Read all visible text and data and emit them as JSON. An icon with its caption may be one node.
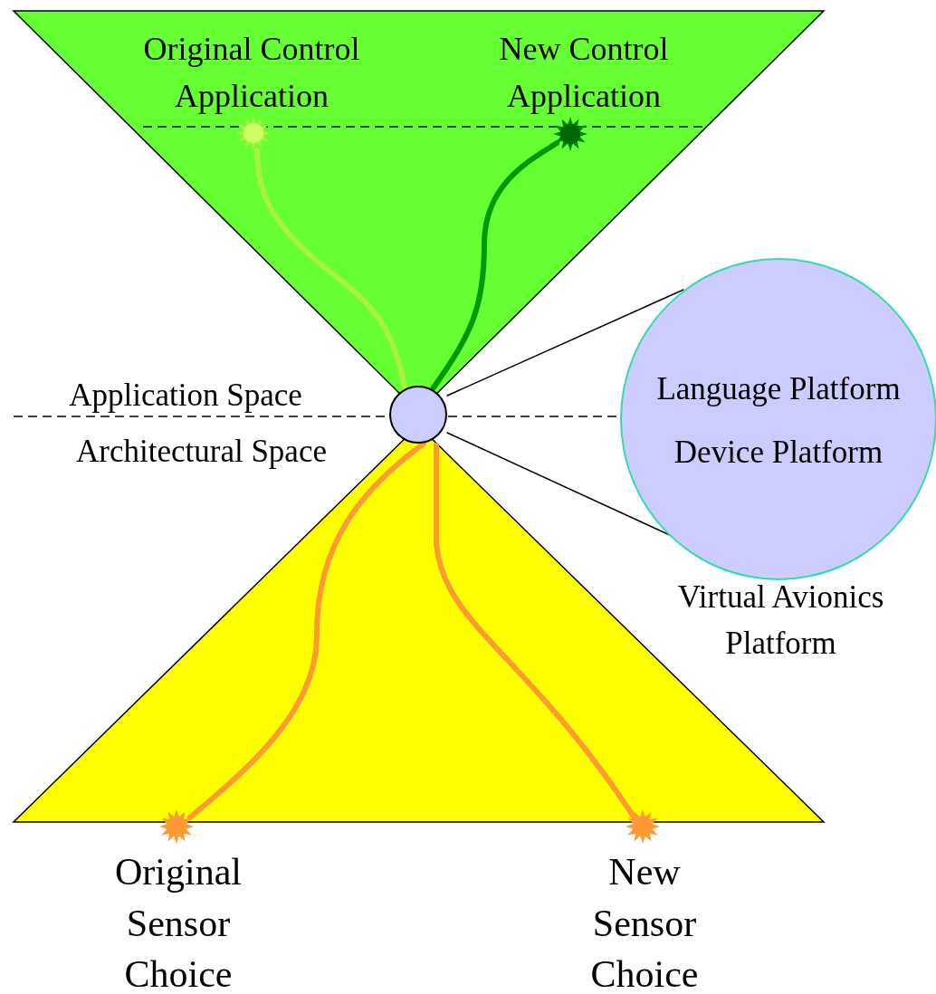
{
  "diagram": {
    "nodes": [
      {
        "text": [
          "Original Control Application"
        ]
      },
      {
        "text": [
          "New Control Application"
        ]
      },
      {
        "text": [],
        "shape": "circle"
      },
      {
        "text": [
          "Original Sensor Choice"
        ]
      },
      {
        "text": [
          "New Sensor Choice"
        ]
      },
      {
        "text": [
          "Language Platform",
          "Device Platform"
        ],
        "beside": [
          "Virtual Avionics Platform"
        ]
      }
    ],
    "edges": [
      {
        "from": 2,
        "to": 0,
        "arrow": "none",
        "color": "#aaf040"
      },
      {
        "from": 2,
        "to": 1,
        "arrow": "none",
        "color": "#009900"
      },
      {
        "from": 2,
        "to": 3,
        "arrow": "none",
        "color": "#ff9933"
      },
      {
        "from": 2,
        "to": 4,
        "arrow": "none",
        "color": "#ff9933"
      },
      {
        "from": 2,
        "to": 5,
        "arrow": "none",
        "color": "#000000"
      },
      {
        "from": 2,
        "to": 5,
        "arrow": "none",
        "color": "#000000"
      }
    ],
    "labels": [
      "Application Space",
      "Architectural Space"
    ]
  }
}
